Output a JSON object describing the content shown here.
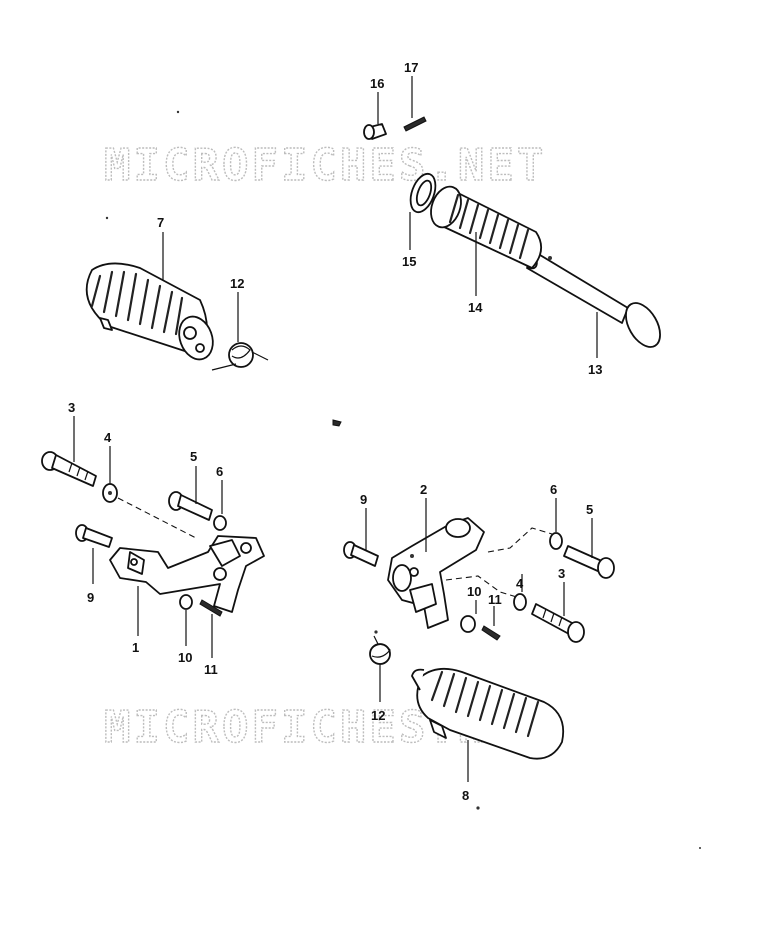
{
  "watermark": {
    "text_top": "MICROFICHES.NET",
    "text_bottom": "MICROFICHES.NET"
  },
  "callouts": {
    "c16": "16",
    "c17": "17",
    "c7": "7",
    "c12a": "12",
    "c15": "15",
    "c14": "14",
    "c13": "13",
    "c3a": "3",
    "c4a": "4",
    "c5a": "5",
    "c6a": "6",
    "c9a": "9",
    "c1": "1",
    "c10a": "10",
    "c11a": "11",
    "c9b": "9",
    "c2": "2",
    "c6b": "6",
    "c5b": "5",
    "c4b": "4",
    "c3b": "3",
    "c10b": "10",
    "c11b": "11",
    "c12b": "12",
    "c8": "8"
  }
}
